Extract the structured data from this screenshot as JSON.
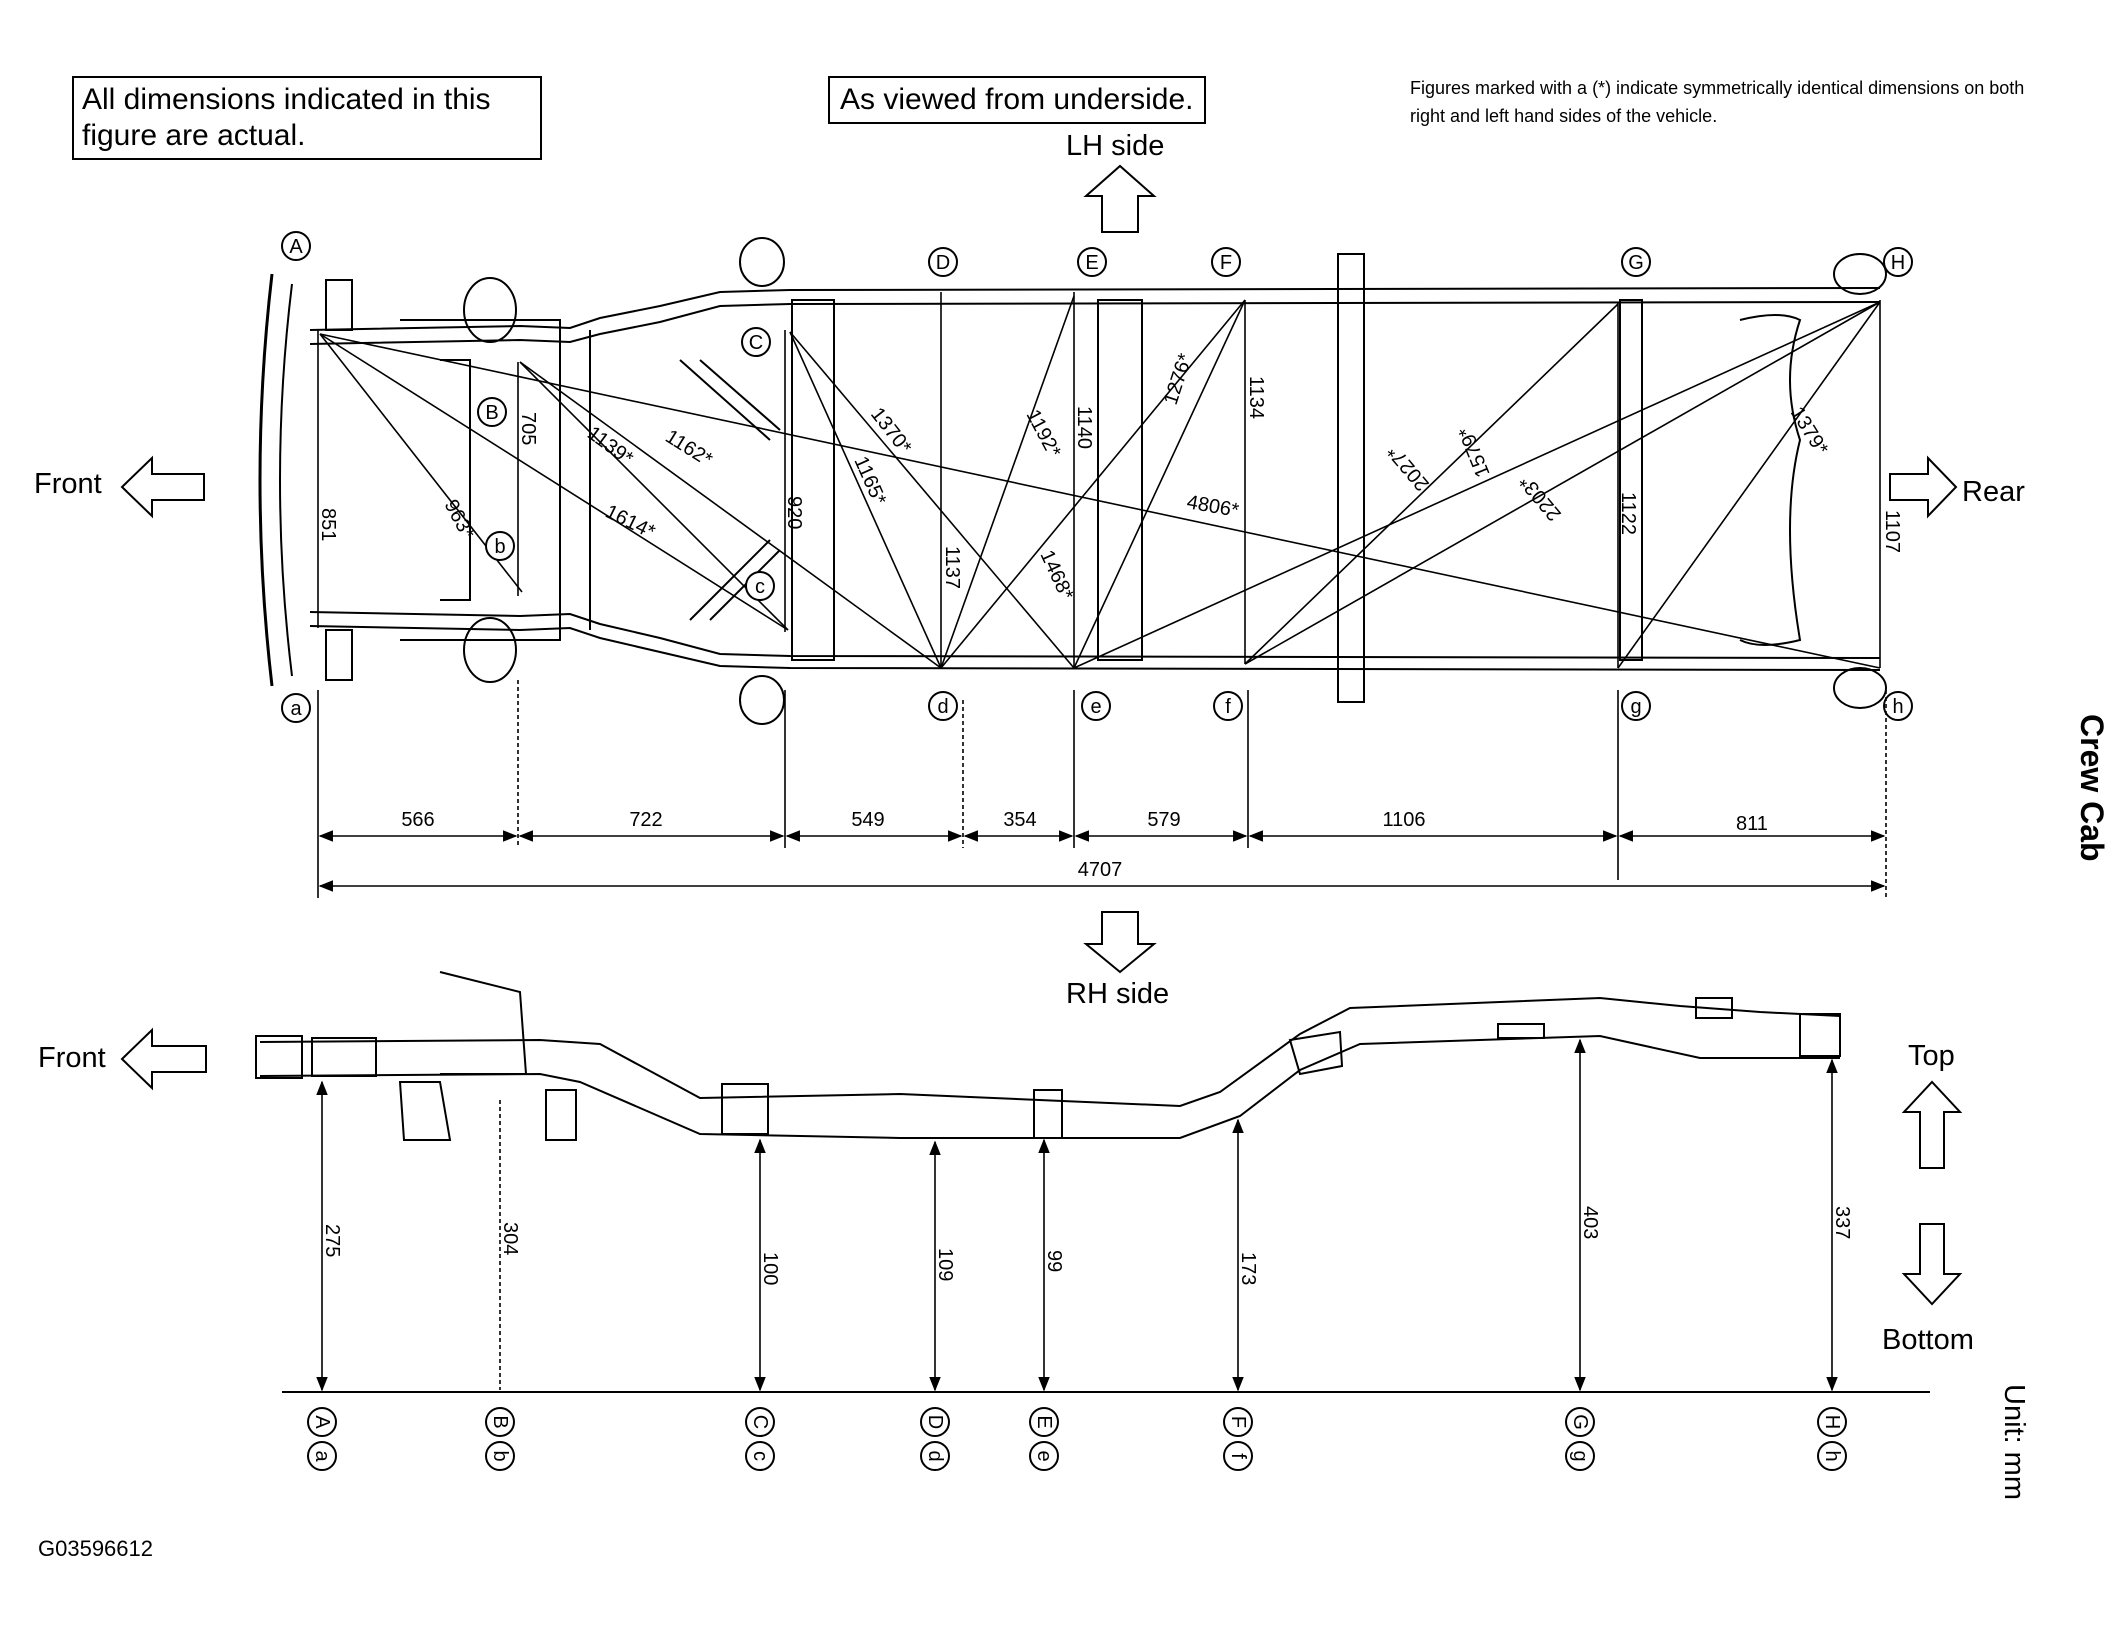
{
  "notes": {
    "actual_box": "All dimensions indicated in this figure are actual.",
    "underside_box": "As viewed from underside.",
    "symmetry_note": "Figures marked with a (*) indicate symmetrically identical dimensions on both right and left hand sides of the vehicle."
  },
  "labels": {
    "lh_side": "LH side",
    "rh_side": "RH side",
    "front_top": "Front",
    "rear": "Rear",
    "front_side": "Front",
    "top": "Top",
    "bottom": "Bottom",
    "crew_cab": "Crew Cab",
    "unit": "Unit: mm",
    "code": "G03596612"
  },
  "points_upper": [
    "A",
    "B",
    "C",
    "D",
    "E",
    "F",
    "G",
    "H"
  ],
  "points_lower": [
    "a",
    "b",
    "c",
    "d",
    "e",
    "f",
    "g",
    "h"
  ],
  "horizontal_dims": [
    "566",
    "722",
    "549",
    "354",
    "579",
    "1106",
    "811"
  ],
  "overall_length": "4707",
  "widths": [
    "851",
    "705",
    "920",
    "1137",
    "1140",
    "1134",
    "1122",
    "1107"
  ],
  "diagonals": [
    "963*",
    "1139*",
    "1162*",
    "1614*",
    "1370*",
    "1165*",
    "1192*",
    "1468*",
    "1276*",
    "4806*",
    "2027*",
    "1579*",
    "2203*",
    "1379*"
  ],
  "heights": [
    "275",
    "304",
    "100",
    "109",
    "99",
    "173",
    "403",
    "337"
  ],
  "colors": {
    "line": "#000000",
    "frame_fill": "#ffffff"
  }
}
